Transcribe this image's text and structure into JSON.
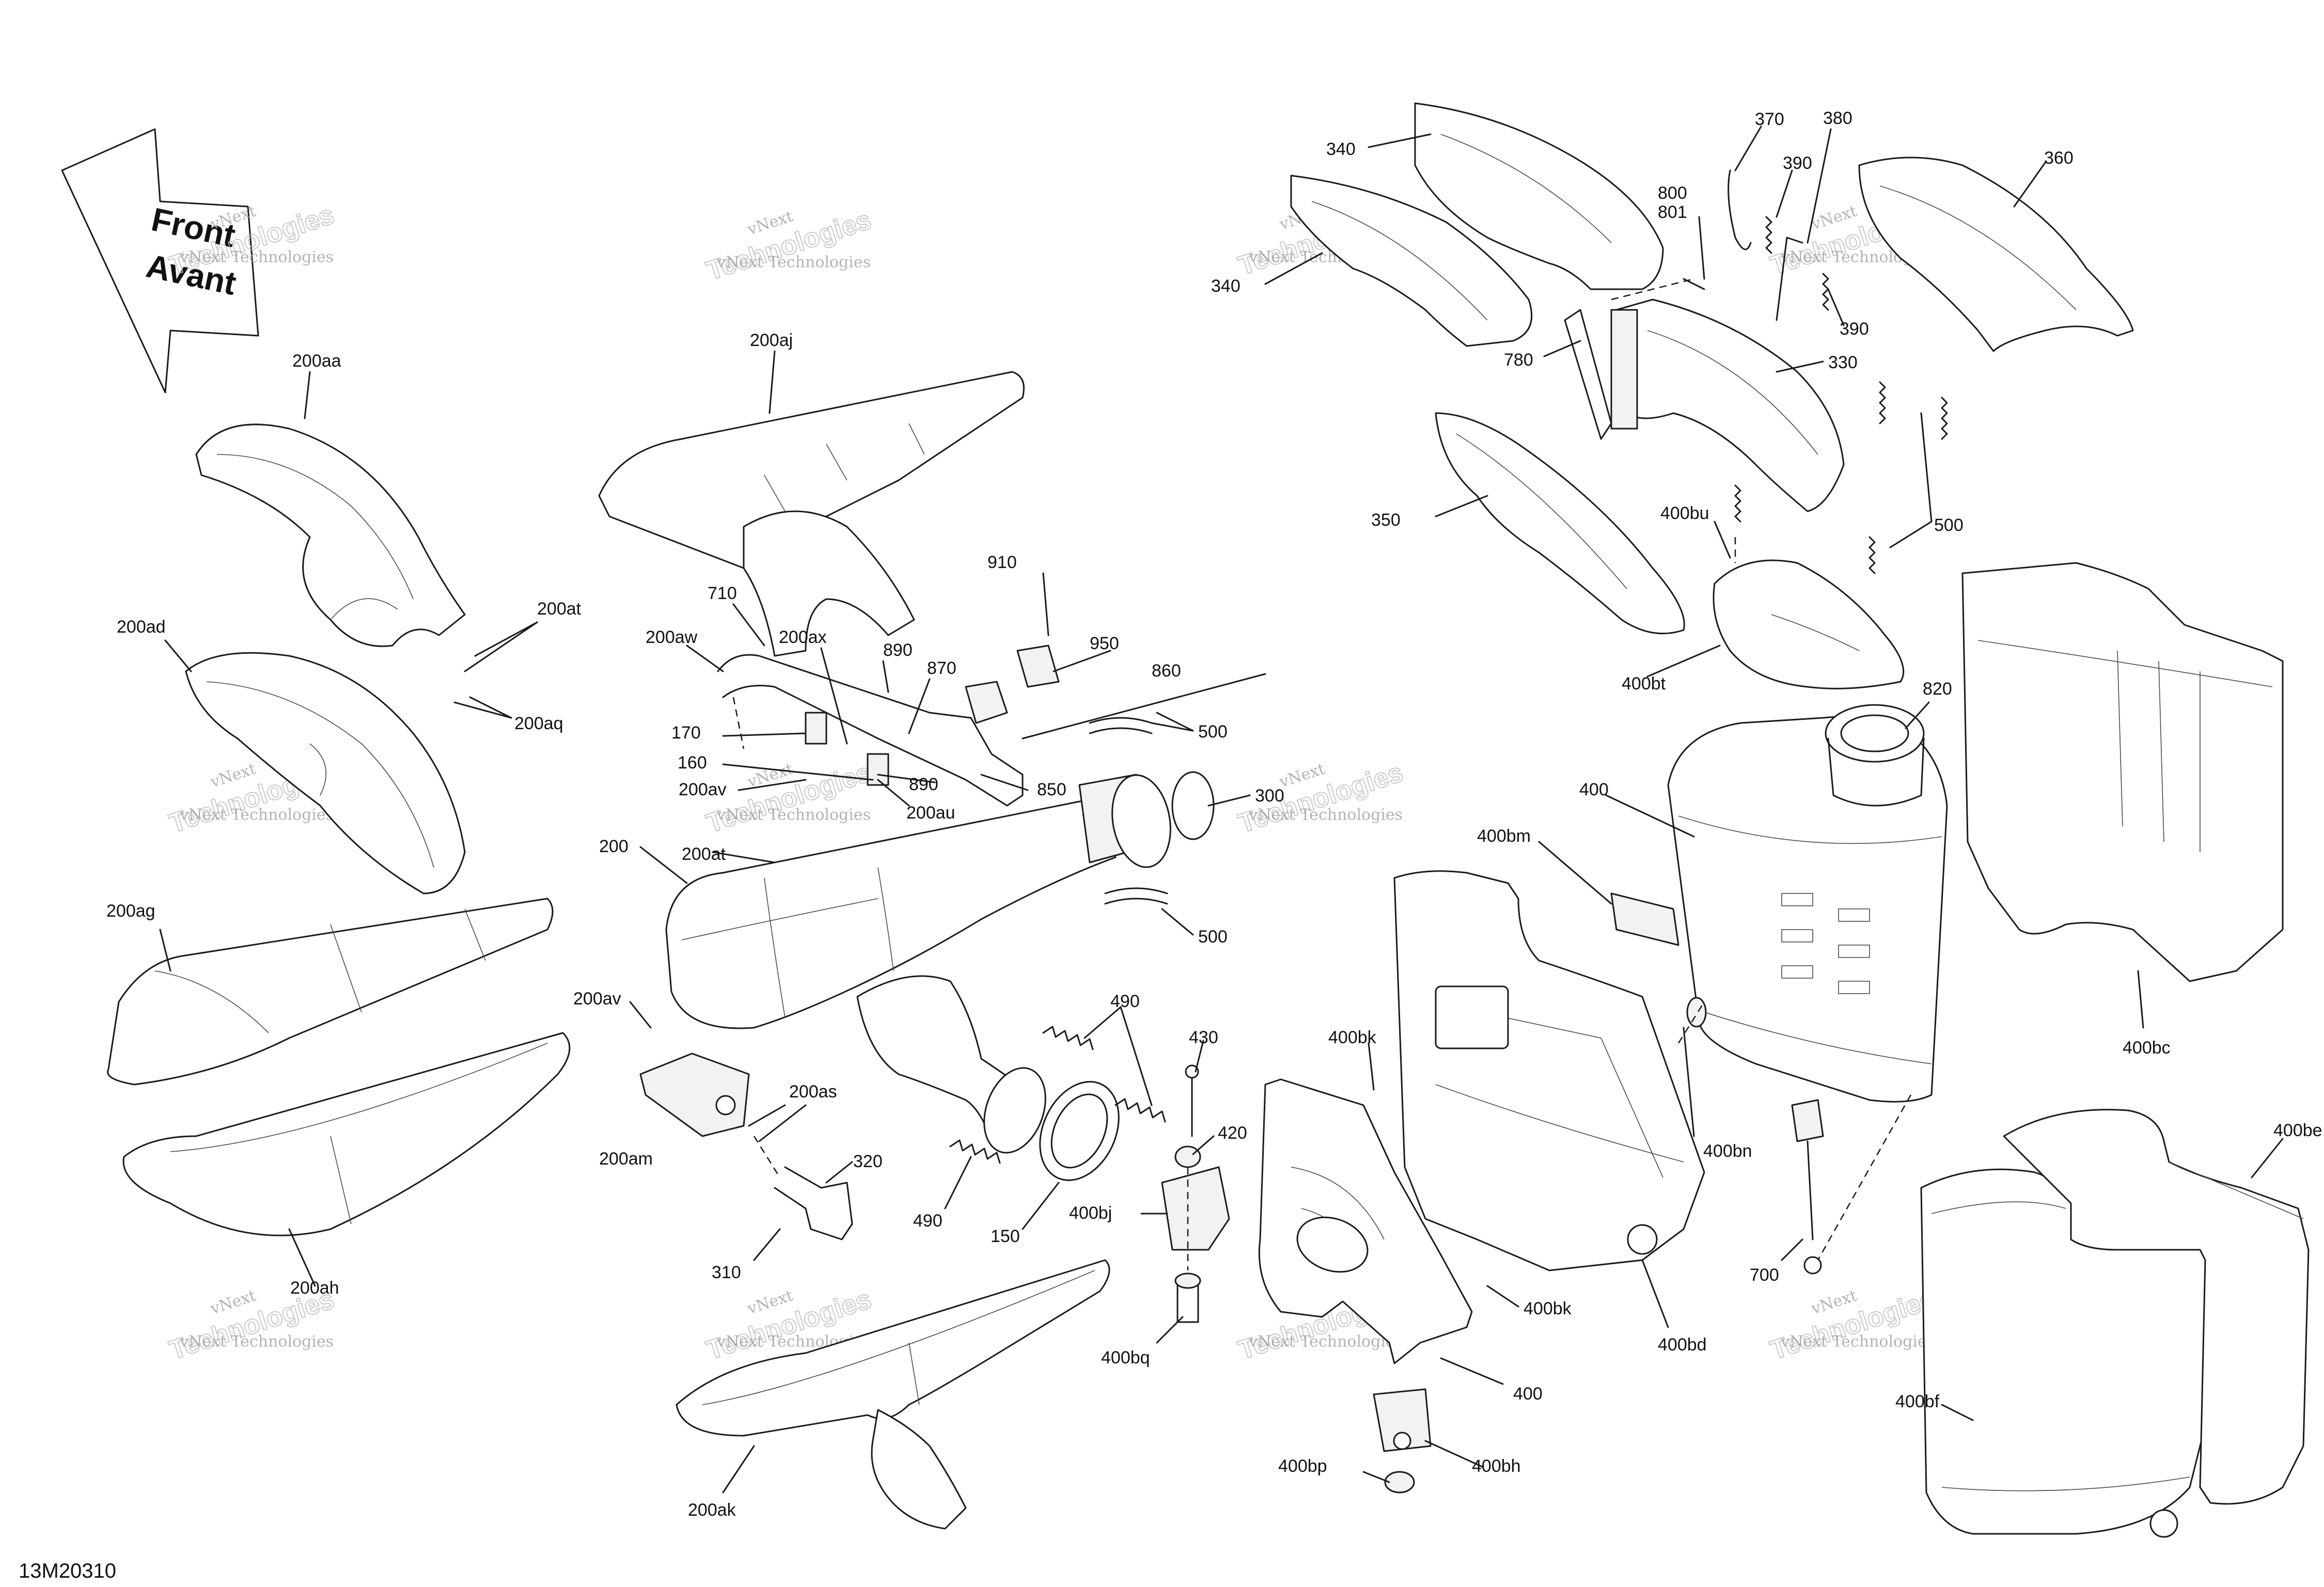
{
  "direction_arrow": {
    "line1": "Front",
    "line2": "Avant"
  },
  "watermark": {
    "line1": "vNext",
    "line2": "Technologies",
    "line3": "vNext Technologies"
  },
  "diagram_code": "13M20310",
  "callouts": [
    "200aa",
    "200ad",
    "200at",
    "200aq",
    "200ag",
    "200ah",
    "200aj",
    "710",
    "200aw",
    "200ax",
    "890",
    "870",
    "910",
    "950",
    "860",
    "170",
    "160",
    "200av",
    "890",
    "850",
    "200au",
    "200at",
    "200",
    "500",
    "300",
    "500",
    "200av",
    "200as",
    "200am",
    "320",
    "310",
    "490",
    "490",
    "150",
    "430",
    "420",
    "400bj",
    "400bq",
    "400bk",
    "400bk",
    "400",
    "400bh",
    "400bp",
    "200ak",
    "340",
    "340",
    "370",
    "380",
    "390",
    "390",
    "800",
    "801",
    "360",
    "780",
    "330",
    "350",
    "400bu",
    "500",
    "400bt",
    "820",
    "400",
    "400bm",
    "400bn",
    "700",
    "400bd",
    "400bc",
    "400be",
    "400bf"
  ]
}
